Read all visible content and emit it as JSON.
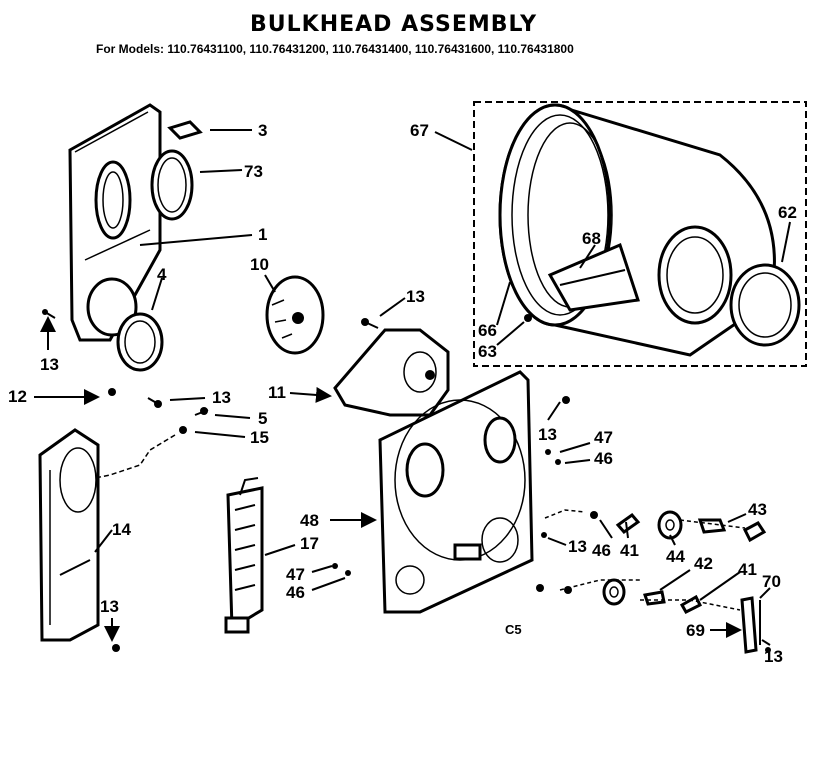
{
  "header": {
    "title": "BULKHEAD ASSEMBLY",
    "models": "For Models: 110.76431100, 110.76431200, 110.76431400, 110.76431600, 110.76431800"
  },
  "footer_code": "C5",
  "callouts": {
    "c3": "3",
    "c73": "73",
    "c1": "1",
    "c4": "4",
    "c13a": "13",
    "c10": "10",
    "c13b": "13",
    "c12": "12",
    "c13c": "13",
    "c5": "5",
    "c15": "15",
    "c11": "11",
    "c14": "14",
    "c13d": "13",
    "c17": "17",
    "c47a": "47",
    "c46a": "46",
    "c48": "48",
    "c13e": "13",
    "c47b": "47",
    "c46b": "46",
    "c13f": "13",
    "c46c": "46",
    "c41a": "41",
    "c44": "44",
    "c43": "43",
    "c42": "42",
    "c41b": "41",
    "c70": "70",
    "c69": "69",
    "c13g": "13",
    "c67": "67",
    "c62": "62",
    "c68": "68",
    "c66": "66",
    "c63": "63"
  }
}
